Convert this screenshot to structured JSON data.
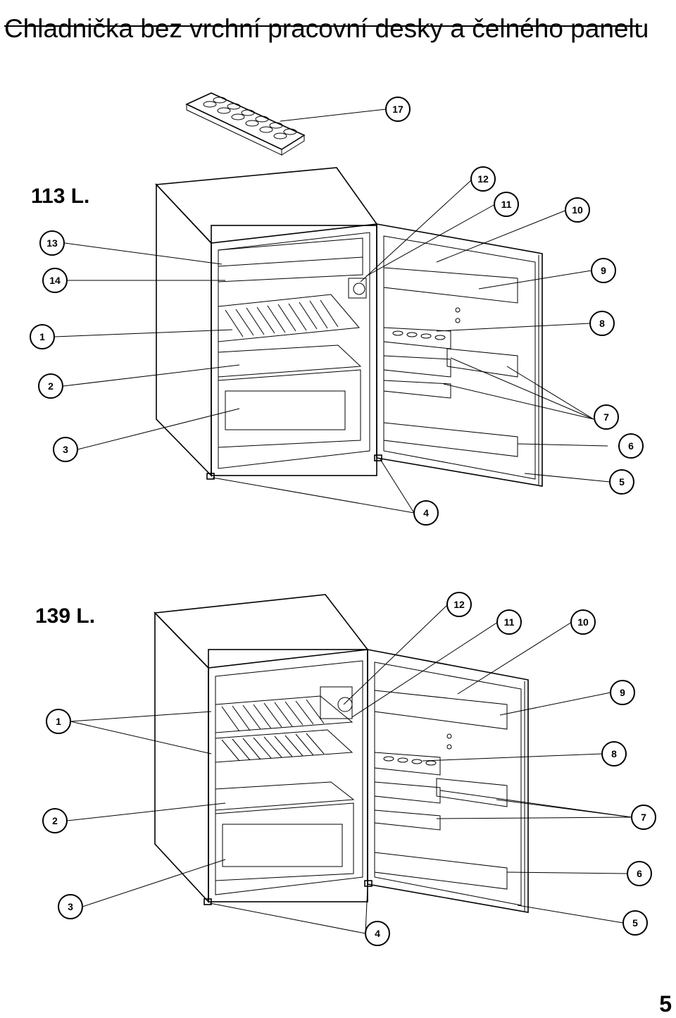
{
  "page": {
    "title": "Chladnička bez vrchní pracovní desky a čelného panelu",
    "page_number": "5"
  },
  "diagrams": [
    {
      "model": "113 L.",
      "callouts": [
        "17",
        "12",
        "11",
        "10",
        "13",
        "14",
        "9",
        "1",
        "8",
        "2",
        "7",
        "3",
        "6",
        "5",
        "4"
      ]
    },
    {
      "model": "139 L.",
      "callouts": [
        "12",
        "11",
        "10",
        "9",
        "1",
        "8",
        "2",
        "7",
        "6",
        "3",
        "5",
        "4"
      ]
    }
  ]
}
